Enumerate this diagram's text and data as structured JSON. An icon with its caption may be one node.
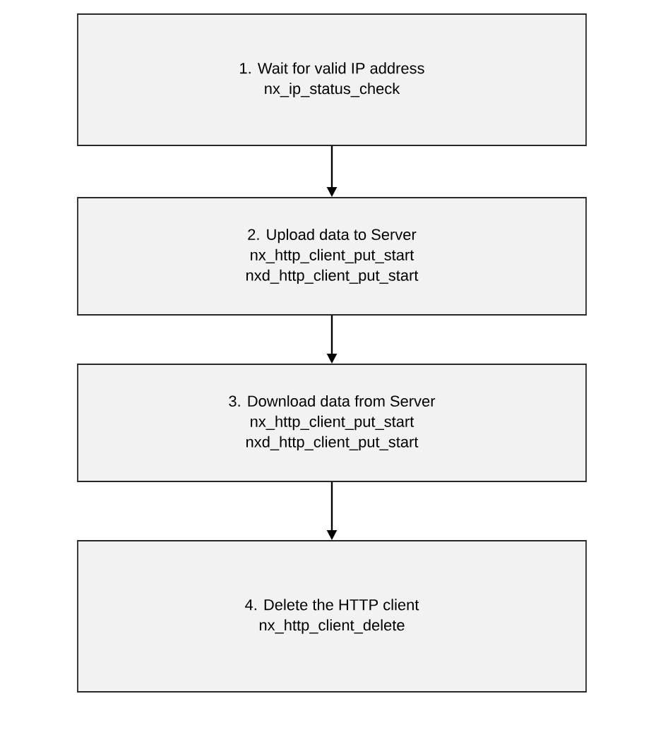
{
  "diagram": {
    "nodes": [
      {
        "text": [
          "1.   Wait for valid IP address",
          "nx_ip_status_check"
        ]
      },
      {
        "text": [
          "2.   Upload data to Server",
          "nx_http_client_put_start",
          "nxd_http_client_put_start"
        ]
      },
      {
        "text": [
          "3.   Download data from Server",
          "nx_http_client_put_start",
          "nxd_http_client_put_start"
        ]
      },
      {
        "text": [
          "4.   Delete the HTTP client",
          "nx_http_client_delete"
        ]
      }
    ],
    "edges": [
      {
        "from": 0,
        "to": 1,
        "arrow": "to"
      },
      {
        "from": 1,
        "to": 2,
        "arrow": "to"
      },
      {
        "from": 2,
        "to": 3,
        "arrow": "to"
      }
    ]
  }
}
